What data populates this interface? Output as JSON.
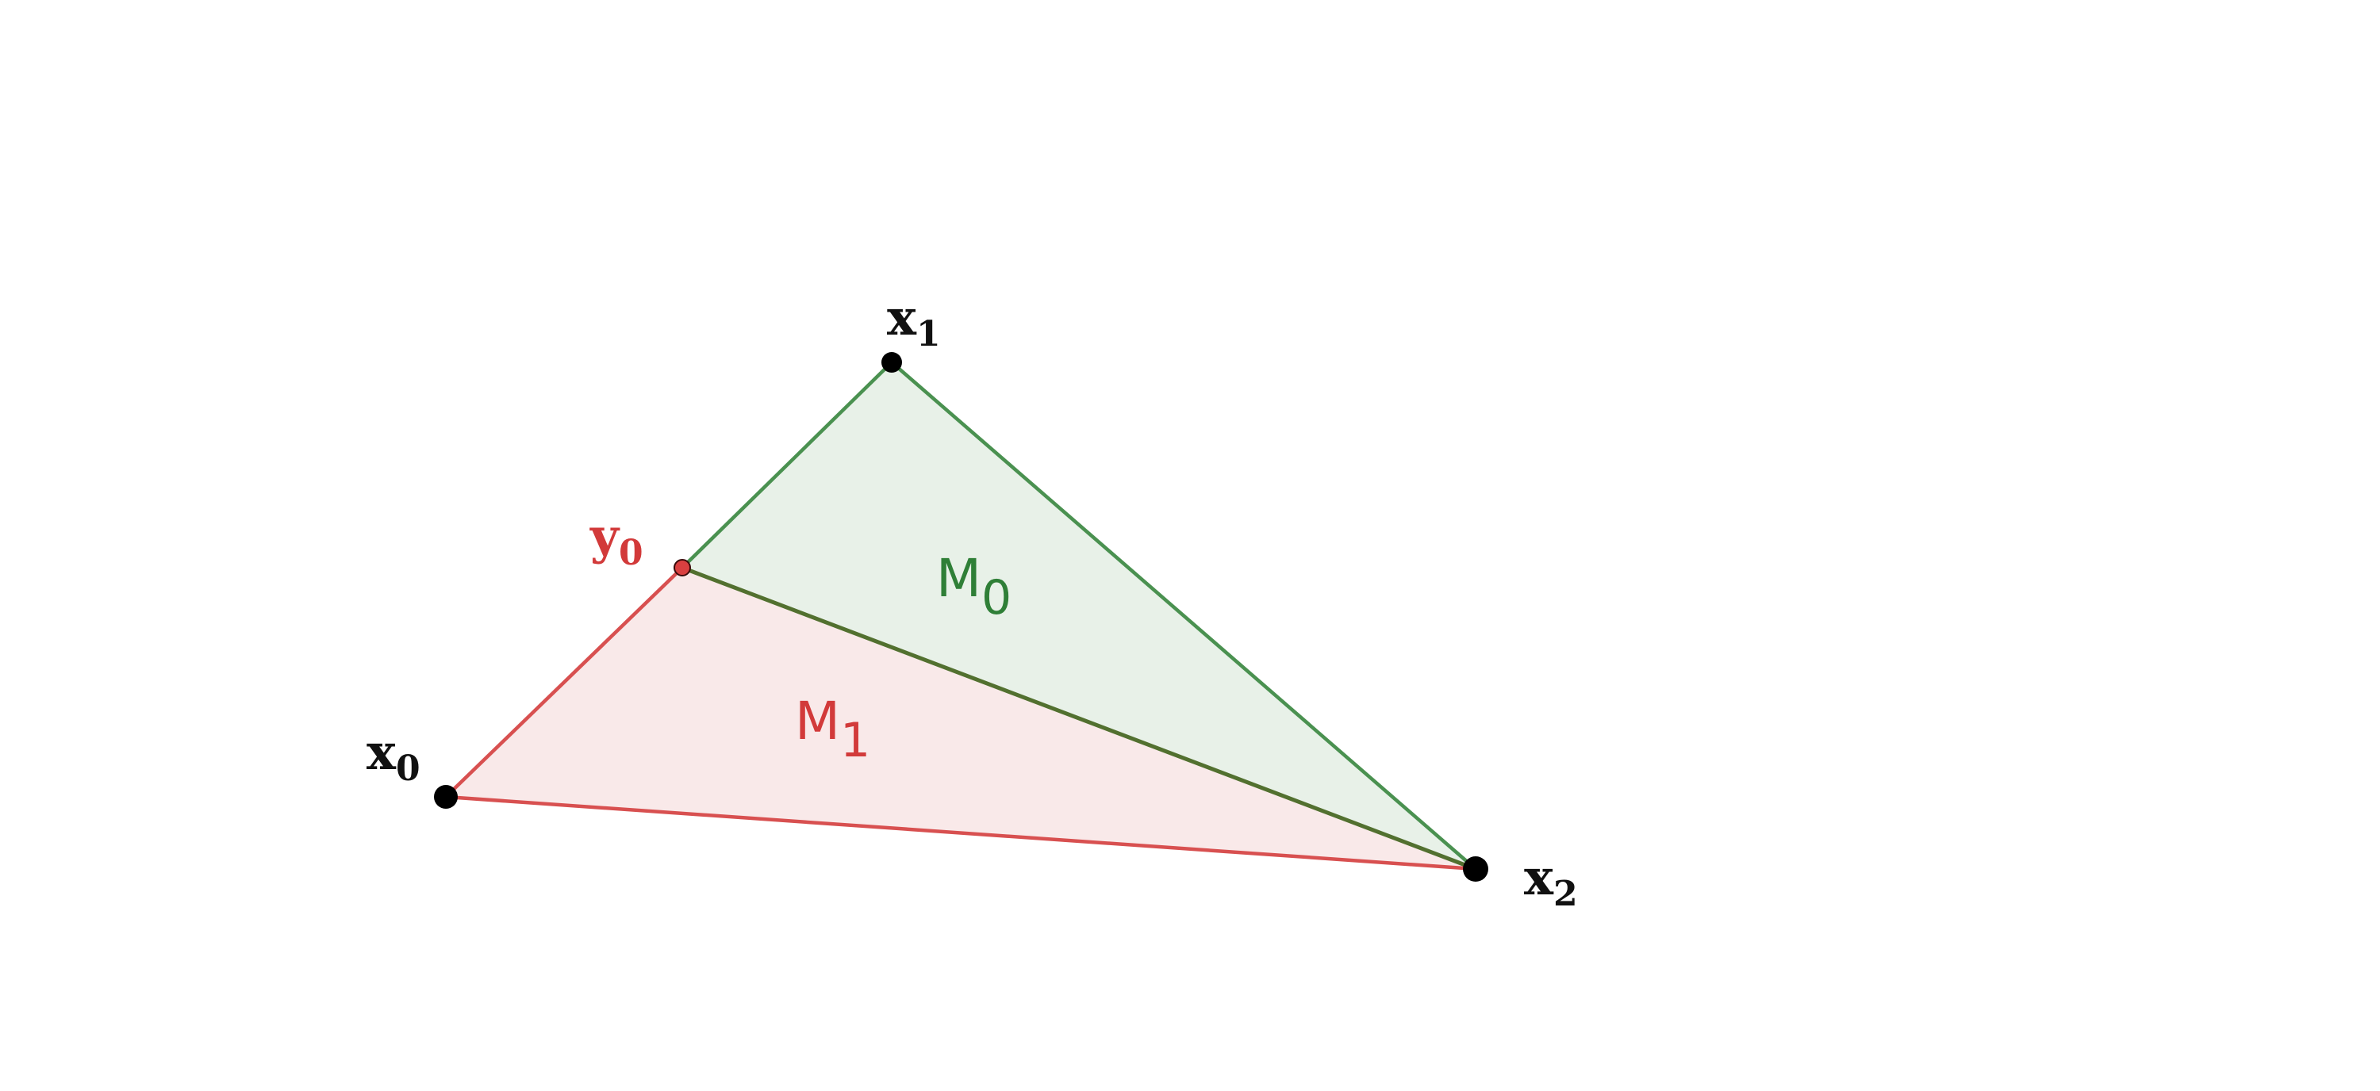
{
  "colors": {
    "background": "#ffffff",
    "vertex_point": "#000000",
    "vertex_label": "#111111",
    "green_edge": "#4a9150",
    "shared_edge": "#52702f",
    "green_fill": "#e8f1e8",
    "green_label": "#2f7f37",
    "red_edge": "#d85050",
    "red_fill": "#f9e9e9",
    "red_label": "#d23a3a",
    "y0_point": "#d94040"
  },
  "vertices": {
    "x0": {
      "base": "x",
      "sub": "0"
    },
    "x1": {
      "base": "x",
      "sub": "1"
    },
    "x2": {
      "base": "x",
      "sub": "2"
    },
    "y0": {
      "base": "y",
      "sub": "0"
    }
  },
  "regions": {
    "M0": {
      "base": "M",
      "sub": "0"
    },
    "M1": {
      "base": "M",
      "sub": "1"
    }
  }
}
